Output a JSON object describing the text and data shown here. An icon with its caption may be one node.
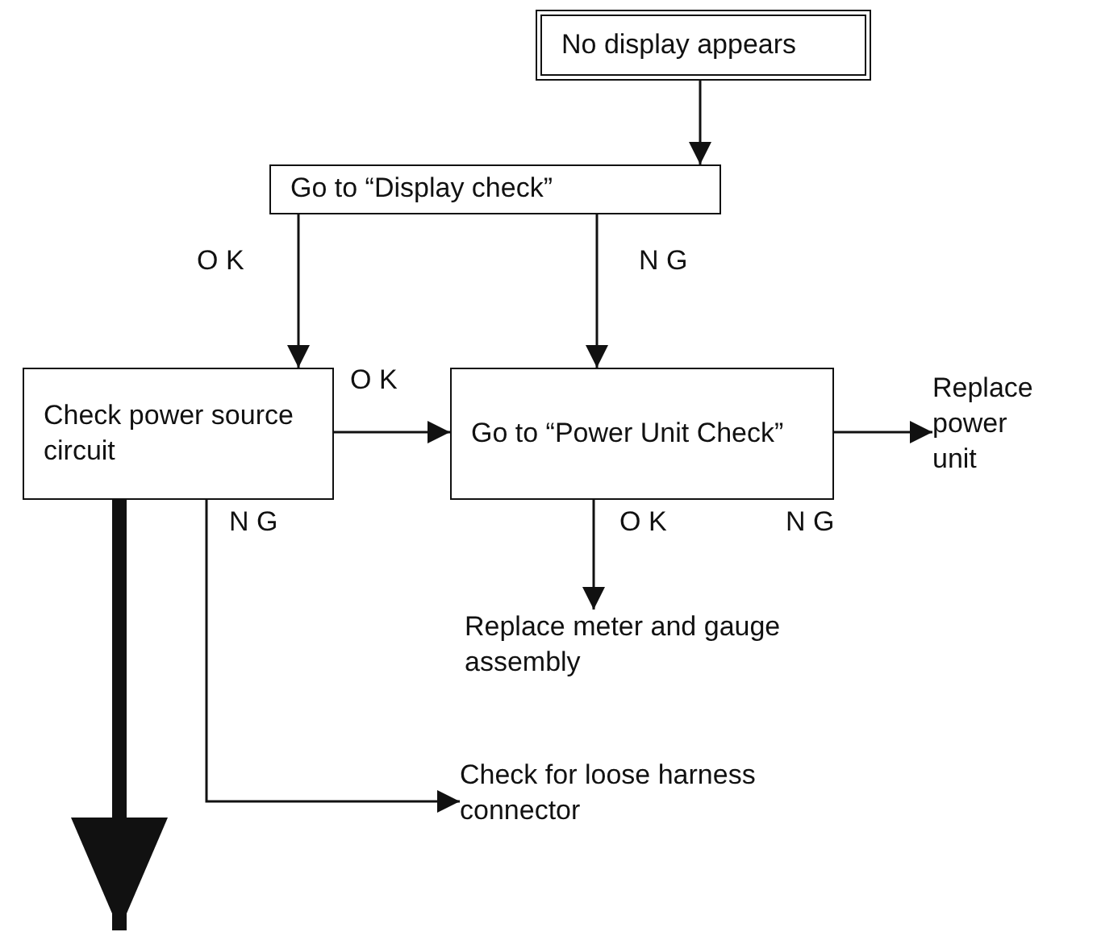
{
  "diagram": {
    "nodes": [
      {
        "text": [
          "No display appears"
        ]
      },
      {
        "text": [
          "Go to “Display check”"
        ]
      },
      {
        "text": [
          "Check power source circuit"
        ]
      },
      {
        "text": [
          "Go to “Power Unit Check”"
        ]
      },
      {
        "text": [
          "Replace power unit"
        ]
      },
      {
        "text": [
          "Replace meter and gauge assembly"
        ]
      },
      {
        "text": [
          "Check for loose harness connector"
        ]
      }
    ],
    "edges": [
      {
        "from": 0,
        "to": 1,
        "arrow": "to"
      },
      {
        "from": 1,
        "to": 2,
        "arrow": "to",
        "label": "O K"
      },
      {
        "from": 1,
        "to": 3,
        "arrow": "to",
        "label": "N G"
      },
      {
        "from": 2,
        "to": 3,
        "arrow": "to",
        "label": "O K"
      },
      {
        "from": 3,
        "to": 4,
        "arrow": "to",
        "label": "N G"
      },
      {
        "from": 3,
        "to": 5,
        "arrow": "to",
        "label": "O K"
      },
      {
        "from": 2,
        "to": 6,
        "arrow": "to",
        "label": "N G"
      },
      {
        "from": 2,
        "to": null,
        "arrow": "to",
        "style": "thick"
      }
    ]
  }
}
